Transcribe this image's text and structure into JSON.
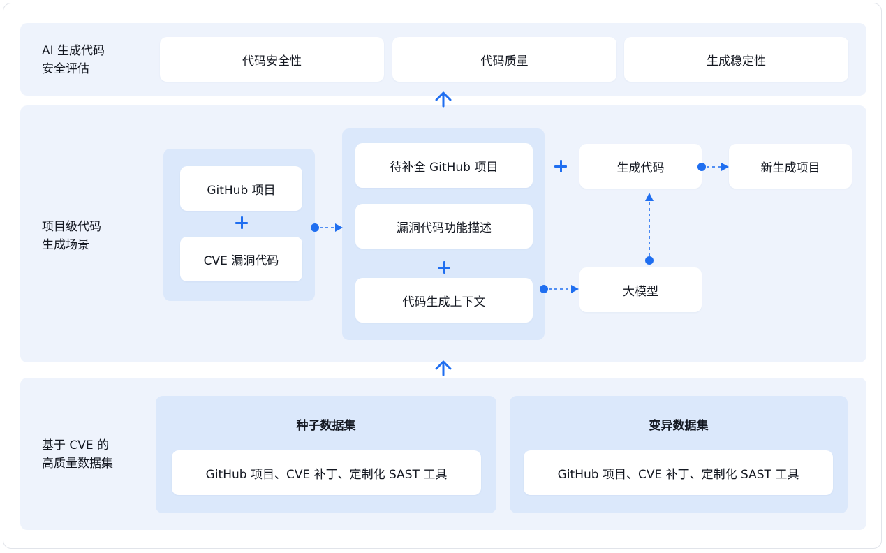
{
  "sections": {
    "evaluation": {
      "label": "AI 生成代码\n安全评估",
      "cards": [
        "代码安全性",
        "代码质量",
        "生成稳定性"
      ]
    },
    "project": {
      "label": "项目级代码\n生成场景",
      "source_group": {
        "github": "GitHub 项目",
        "cve": "CVE 漏洞代码"
      },
      "input_group": {
        "incomplete": "待补全 GitHub 项目",
        "description": "漏洞代码功能描述",
        "context": "代码生成上下文"
      },
      "generated_code": "生成代码",
      "new_project": "新生成项目",
      "llm": "大模型"
    },
    "dataset": {
      "label": "基于 CVE 的\n高质量数据集",
      "seed": {
        "title": "种子数据集",
        "content": "GitHub 项目、CVE 补丁、定制化 SAST 工具"
      },
      "mutation": {
        "title": "变异数据集",
        "content": "GitHub 项目、CVE 补丁、定制化 SAST 工具"
      }
    }
  },
  "colors": {
    "accent": "#1f6ef0",
    "band": "#eef3fc",
    "group": "#dbe8fb",
    "card": "#ffffff"
  },
  "icons": [
    "plus-icon",
    "arrow-up-icon",
    "dashed-arrow-icon"
  ]
}
